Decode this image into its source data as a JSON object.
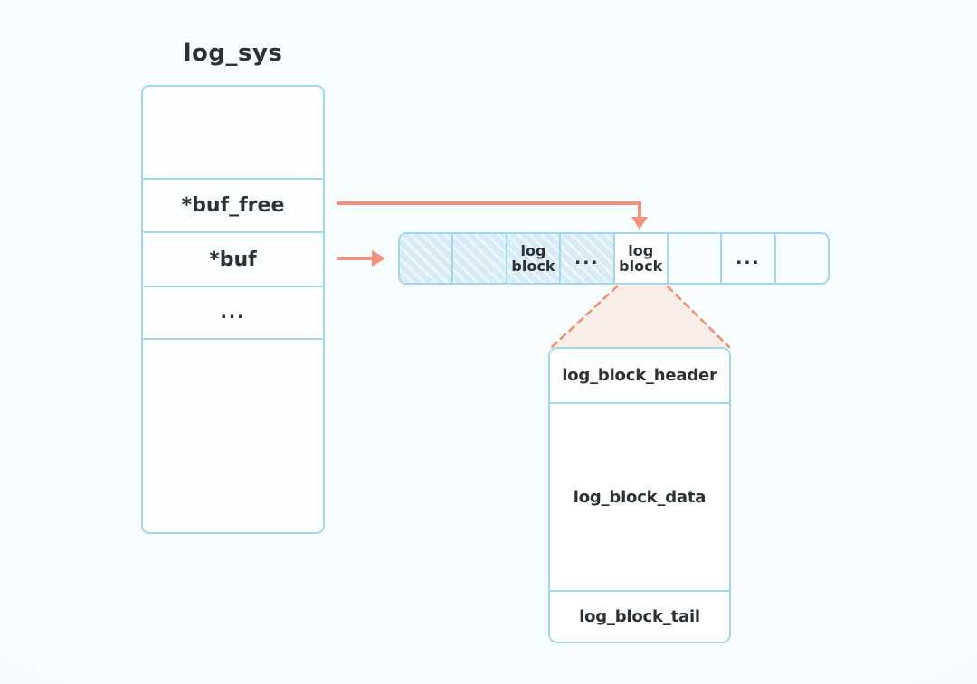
{
  "diagram": {
    "title": "log_sys",
    "type": "memory-structure-diagram"
  },
  "colors": {
    "background": "#eef8fc",
    "border_blue": "#a5d7ea",
    "hatch_fill": "#d7ecf6",
    "arrow_salmon": "#f29180",
    "funnel_fill": "#f8ede7",
    "funnel_dash": "#ef8f6a",
    "text": "#2b3134"
  },
  "log_sys": {
    "title": "log_sys",
    "cells": [
      {
        "label": ""
      },
      {
        "label": "*buf_free"
      },
      {
        "label": "*buf"
      },
      {
        "label": "..."
      },
      {
        "label": ""
      }
    ]
  },
  "buffer_array": {
    "cells": [
      {
        "label": "",
        "hatched": true,
        "note": "written block"
      },
      {
        "label": "",
        "hatched": true,
        "note": "written block"
      },
      {
        "label": "log block",
        "hatched": true,
        "note": "written block"
      },
      {
        "label": "...",
        "hatched": true,
        "note": "more written blocks"
      },
      {
        "label": "log block",
        "hatched": false,
        "note": "current block pointed by *buf_free"
      },
      {
        "label": "",
        "hatched": false,
        "note": "free block"
      },
      {
        "label": "...",
        "hatched": false,
        "note": "more free blocks"
      },
      {
        "label": "",
        "hatched": false,
        "note": "free block"
      }
    ]
  },
  "arrows": [
    {
      "from": "*buf_free",
      "to": "buffer_array.cells.4",
      "shape": "elbow-down"
    },
    {
      "from": "*buf",
      "to": "buffer_array.start",
      "shape": "straight-right"
    }
  ],
  "log_block_detail": {
    "sections": [
      {
        "label": "log_block_header"
      },
      {
        "label": "log_block_data"
      },
      {
        "label": "log_block_tail"
      }
    ]
  }
}
